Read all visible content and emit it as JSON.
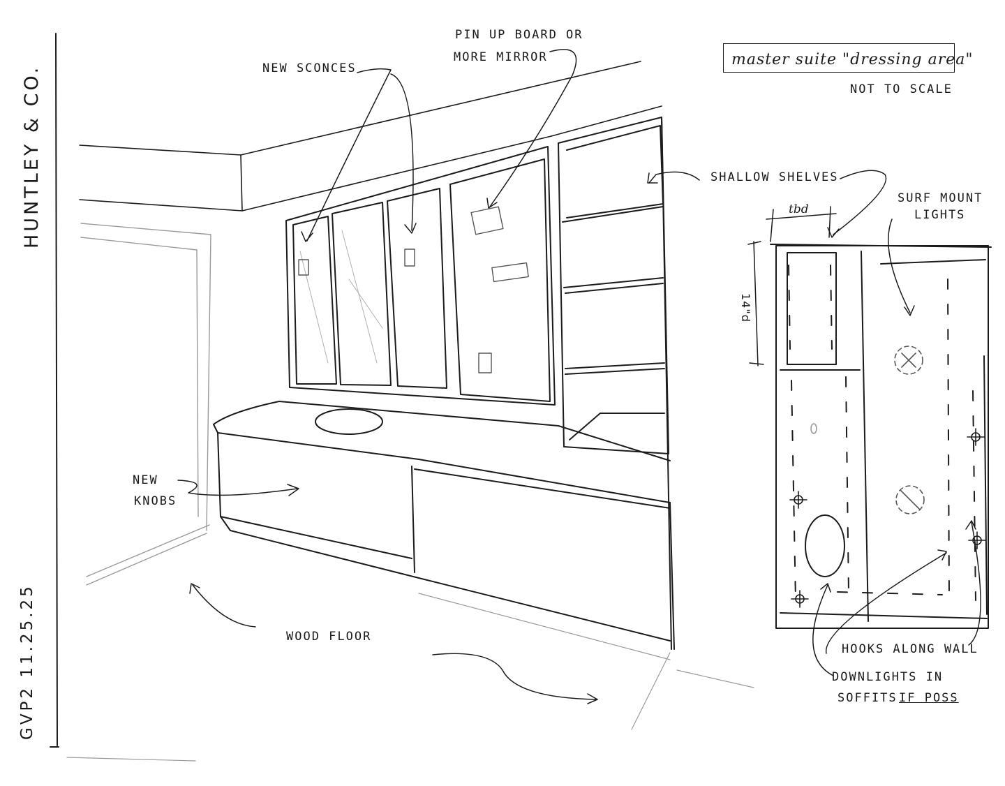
{
  "brand": {
    "name": "HUNTLEY & CO.",
    "sheet": "GVP2  11.25.25"
  },
  "title": {
    "main": "master suite \"dressing area\"",
    "scale_note": "NOT TO SCALE"
  },
  "perspective_notes": {
    "sconces": "NEW SCONCES",
    "pinup_line1": "PIN UP BOARD OR",
    "pinup_line2": "MORE MIRROR",
    "shelves": "SHALLOW SHELVES",
    "knobs_line1": "NEW",
    "knobs_line2": "KNOBS",
    "floor": "WOOD FLOOR"
  },
  "plan_notes": {
    "surf_line1": "SURF MOUNT",
    "surf_line2": "LIGHTS",
    "width_dim": "tbd",
    "depth_dim": "14\"d",
    "hooks": "HOOKS ALONG WALL",
    "downlights_line1": "DOWNLIGHTS IN",
    "downlights_line2": "SOFFITS",
    "downlights_emph": "IF POSS"
  },
  "colors": {
    "ink": "#1b1b1b",
    "pencil": "#9a9a9a",
    "paper": "#ffffff"
  }
}
